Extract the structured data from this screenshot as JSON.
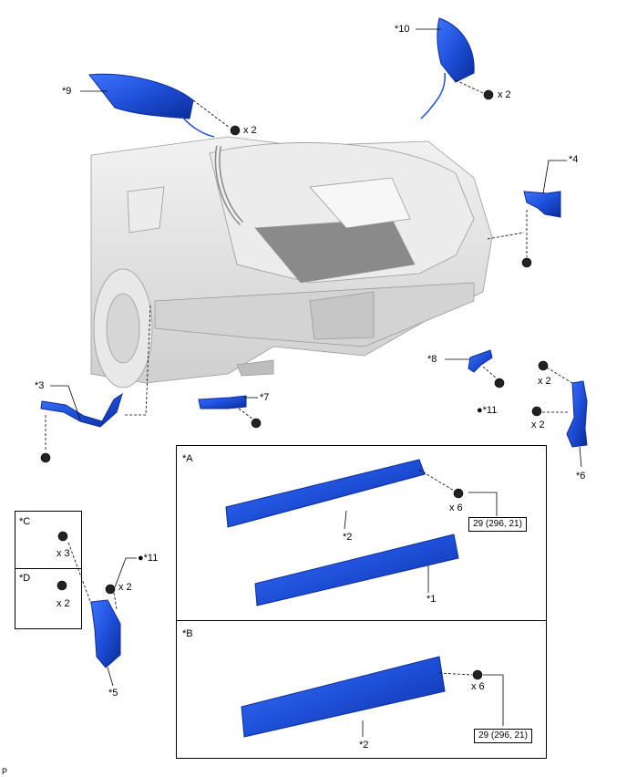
{
  "colors": {
    "part_blue": "#1e4fd8",
    "part_dark": "#0b2c9a",
    "body_gray": "#dcdcdc"
  },
  "labels": {
    "l9": "*9",
    "l10": "*10",
    "l4": "*4",
    "l3": "*3",
    "l7": "*7",
    "l8": "*8",
    "l11a": "●*11",
    "l6": "*6",
    "l11b": "●*11",
    "l5": "*5",
    "l2a": "*2",
    "l1": "*1",
    "l2b": "*2"
  },
  "qty": {
    "q9": "x 2",
    "q10": "x 2",
    "q6a": "x 2",
    "q6b": "x 2",
    "q5": "x 2",
    "qc": "x 3",
    "qd": "x 2",
    "qa": "x 6",
    "qb": "x 6"
  },
  "panels": {
    "a": "*A",
    "b": "*B",
    "c": "*C",
    "d": "*D"
  },
  "torque": {
    "a": "29 (296, 21)",
    "b": "29 (296, 21)"
  },
  "footer": "P"
}
